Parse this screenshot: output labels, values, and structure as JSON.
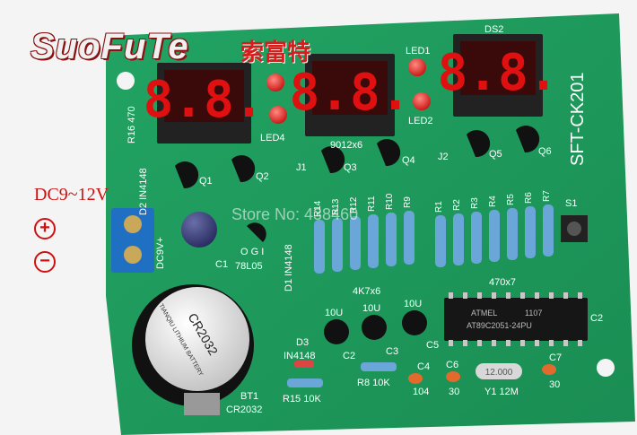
{
  "brand": {
    "name": "SuoFuTe",
    "name_cn": "索富特"
  },
  "power": {
    "label": "DC9~12V",
    "plus": "+",
    "minus": "−"
  },
  "watermark": "Store No: 438460",
  "board": {
    "model": "SFT-CK201",
    "pcb_color": "#1f9e5e",
    "labels": {
      "r16": "R16 470",
      "led4": "LED4",
      "led1": "LED1",
      "led2": "LED2",
      "transistors": "9012x6",
      "ds2": "DS2",
      "q1": "Q1",
      "q2": "Q2",
      "q3": "Q3",
      "q4": "Q4",
      "q5": "Q5",
      "q6": "Q6",
      "j1": "J1",
      "j2": "J2",
      "d2": "D2 IN4148",
      "dc9v": "DC9V+",
      "c1": "C1",
      "u78l05": "78L05",
      "ogi": "O G I",
      "d1": "D1 IN4148",
      "r4k7": "4K7x6",
      "r470": "470x7",
      "s1": "S1",
      "c2": "C2",
      "cr2032": "CR2032",
      "tianqiu": "TIANQIU LITHIUM BATTERY",
      "bt1": "BT1",
      "bt1_type": "CR2032",
      "d3": "D3",
      "d3_type": "IN4148",
      "r15": "R15 10K",
      "r8": "R8 10K",
      "c3": "C3",
      "c5": "C5",
      "cap_10u": "10U",
      "c4": "C4",
      "c4_val": "104",
      "c6": "C6",
      "c6_val": "30",
      "crystal": "12.000",
      "y1": "Y1 12M",
      "c7": "C7",
      "c7_val": "30",
      "mcu": "AT89C2051-24PU",
      "mcu_brand": "ATMEL",
      "mcu_code": "1107",
      "r_left": [
        "R14",
        "R13",
        "R12",
        "R11",
        "R10",
        "R9"
      ],
      "r_right": [
        "R1",
        "R2",
        "R3",
        "R4",
        "R5",
        "R6",
        "R7"
      ]
    },
    "display_digits": [
      "8.8.",
      "8.8.",
      "8.8."
    ]
  }
}
